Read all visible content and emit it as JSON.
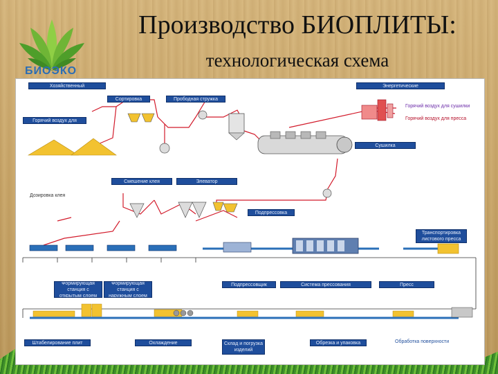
{
  "slide": {
    "title": "Производство БИОПЛИТЫ:",
    "subtitle": "технологическая схема",
    "logo_text": "БИОЭКО"
  },
  "colors": {
    "label_bg": "#1f4e9c",
    "pipe_red": "#d21a2a",
    "belt_blue": "#2a6fb8",
    "sawdust": "#f2c230",
    "logo_green": "#7dbf3a",
    "logo_blue": "#2a6db5"
  },
  "labels": {
    "l01": "Хозяйственный",
    "l02": "Сортировка",
    "l03": "Прободная стружка",
    "l04": "Энергетические",
    "l05": "Горячий воздух для",
    "l06": "Сушилка",
    "l07": "Смешение клея",
    "l08": "Элеватор",
    "l09": "Дозировка клея",
    "l10": "Подпрессовка",
    "l11": "Транспортировка листового пресса",
    "l12": "Формирующая станция с открытым слоем",
    "l13": "Формирующая станция с наружным слоем",
    "l14": "Подпрессовщик",
    "l15": "Система прессования",
    "l16": "Пресс",
    "l17": "Штабелирование плит",
    "l18": "Охлаждение",
    "l19": "Склад и погрузка изделий",
    "l20": "Обрезка и упаковка",
    "l21": "Обработка поверхности"
  },
  "notes": {
    "n1": "Горячий воздух для сушилки",
    "n2": "Горячий воздух для пресса",
    "n3": "Горячий воздух для",
    "n4": "Дозировка клея"
  }
}
